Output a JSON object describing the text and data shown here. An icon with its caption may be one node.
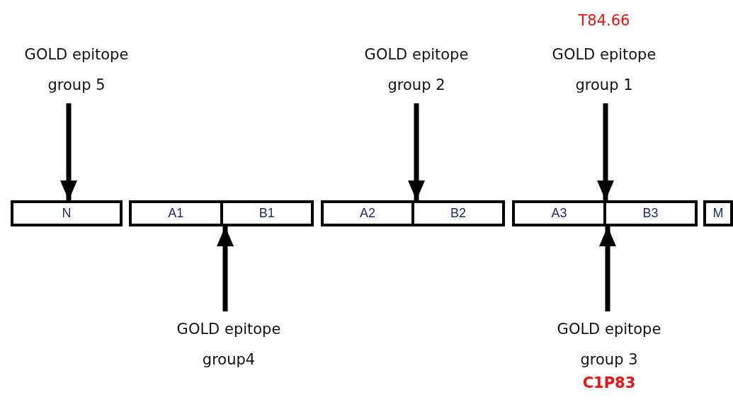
{
  "diagram": {
    "nodes": [
      {
        "text": [
          "GOLD epitope group 5"
        ]
      },
      {
        "text": [
          "GOLD epitope group 2"
        ]
      },
      {
        "text": [
          "GOLD epitope group 1"
        ],
        "beside": [
          "T84.66"
        ]
      },
      {
        "text": [
          "N"
        ]
      },
      {
        "text": [],
        "shape": "box"
      },
      {
        "text": [
          "A1"
        ],
        "in": 4
      },
      {
        "text": [
          "B1"
        ],
        "in": 4
      },
      {
        "text": [],
        "shape": "box"
      },
      {
        "text": [
          "A2"
        ],
        "in": 7
      },
      {
        "text": [
          "B2"
        ],
        "in": 7
      },
      {
        "text": [],
        "shape": "box"
      },
      {
        "text": [
          "A3"
        ],
        "in": 10
      },
      {
        "text": [
          "B3"
        ],
        "in": 10
      },
      {
        "text": [
          "M"
        ]
      },
      {
        "text": [
          "GOLD epitope group4"
        ]
      },
      {
        "text": [
          "GOLD epitope group 3"
        ],
        "beside": [
          "C1P83"
        ]
      }
    ],
    "edges": [
      {
        "from": 0,
        "to": 3,
        "arrow": "to"
      },
      {
        "from": 14,
        "to": 4,
        "arrow": "to"
      },
      {
        "from": 1,
        "to": 7,
        "arrow": "to"
      },
      {
        "from": 2,
        "to": 10,
        "arrow": "to"
      },
      {
        "from": 15,
        "to": 10,
        "arrow": "to"
      }
    ]
  }
}
